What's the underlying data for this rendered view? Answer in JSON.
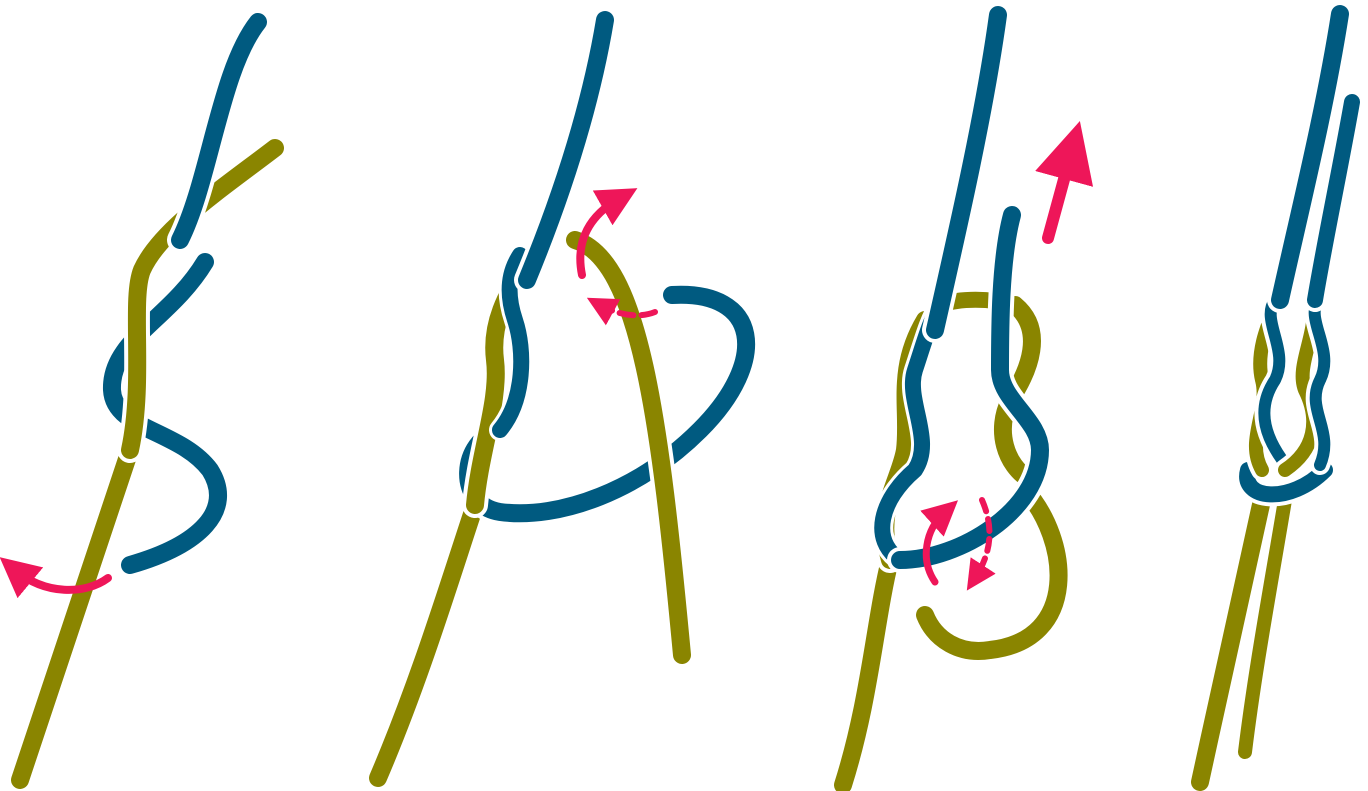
{
  "figure": {
    "colors": {
      "rope_a": "#005a80",
      "rope_b": "#8a8500",
      "arrow": "#ee1659",
      "background": "#ffffff"
    },
    "steps": [
      {
        "step": 1,
        "arrows": [
          "curved-arrow-left"
        ]
      },
      {
        "step": 2,
        "arrows": [
          "curved-arrow-up",
          "dashed-arrow-left"
        ]
      },
      {
        "step": 3,
        "arrows": [
          "straight-arrow-up",
          "curved-arrow-up",
          "dashed-arrow-down"
        ]
      },
      {
        "step": 4,
        "arrows": []
      }
    ]
  }
}
